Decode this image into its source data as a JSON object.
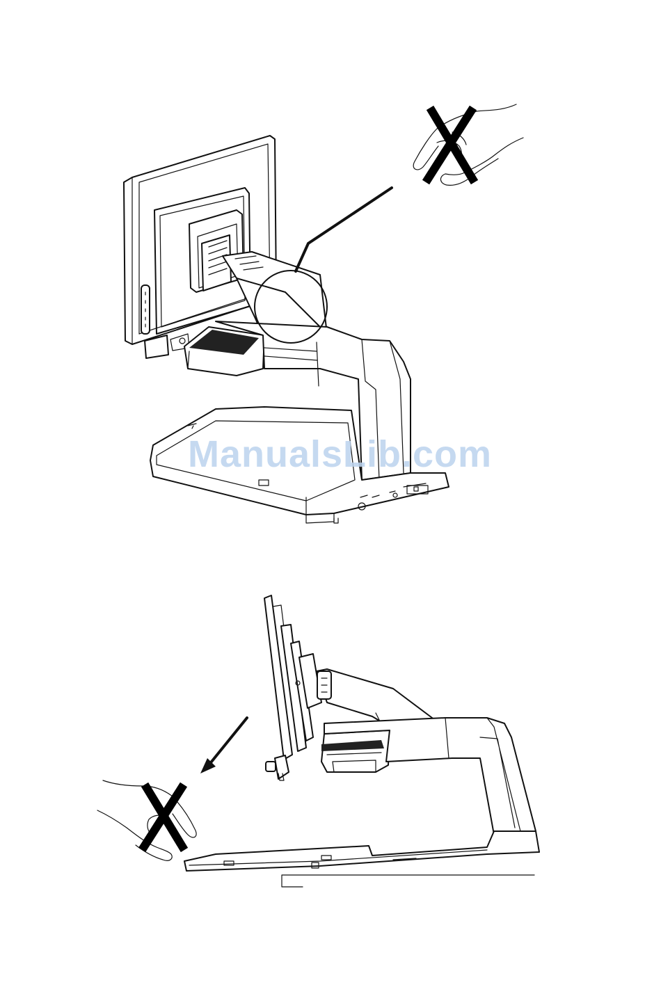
{
  "watermark": {
    "text": "ManualsLib.com",
    "color": "#bcd3ee"
  },
  "figures": [
    {
      "id": "top",
      "icons": [
        "video-magnifier-icon",
        "hand-icon",
        "prohibited-x-icon",
        "magnify-callout-icon"
      ]
    },
    {
      "id": "bottom",
      "icons": [
        "video-magnifier-side-icon",
        "hand-icon",
        "prohibited-x-icon",
        "arrow-icon"
      ]
    }
  ],
  "colors": {
    "ink": "#111111",
    "background": "#ffffff"
  }
}
